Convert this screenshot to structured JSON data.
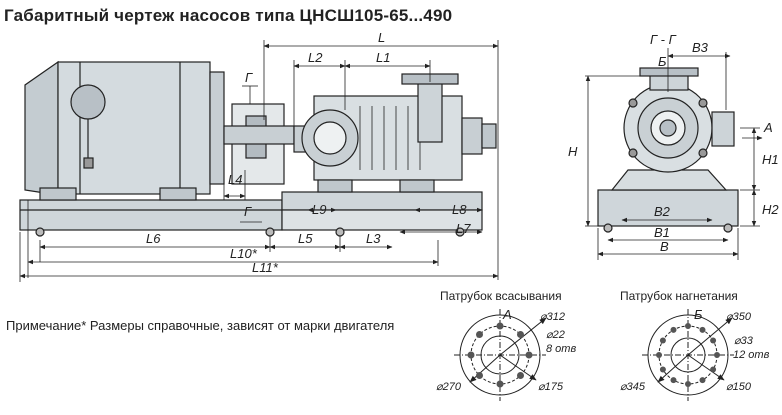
{
  "title": "Габаритный чертеж насосов типа ЦНСШ105-65...490",
  "note": "Примечание* Размеры справочные, зависят от марки двигателя",
  "side_view": {
    "dims": {
      "L": "L",
      "L1": "L1",
      "L2": "L2",
      "L3": "L3",
      "L4": "L4",
      "L5": "L5",
      "L6": "L6",
      "L7": "L7",
      "L8": "L8",
      "L9": "L9",
      "L10": "L10*",
      "L11": "L11*",
      "G_top": "Г",
      "G_mid": "Г"
    }
  },
  "section_view": {
    "title": "Г - Г",
    "dims": {
      "B": "B",
      "B1": "B1",
      "B2": "B2",
      "B3": "B3",
      "H": "H",
      "H1": "H1",
      "H2": "H2",
      "A": "A",
      "Bv": "Б"
    }
  },
  "flange_suction": {
    "title": "Патрубок всасывания",
    "letter": "А",
    "d_outer": "⌀312",
    "d_hole": "⌀22",
    "holes": "8 отв",
    "d_bolt": "⌀270",
    "d_inner": "⌀175"
  },
  "flange_discharge": {
    "title": "Патрубок нагнетания",
    "letter": "Б",
    "d_outer": "⌀350",
    "d_hole": "⌀33",
    "holes": "12 отв",
    "d_bolt": "⌀345",
    "d_inner": "⌀150"
  }
}
